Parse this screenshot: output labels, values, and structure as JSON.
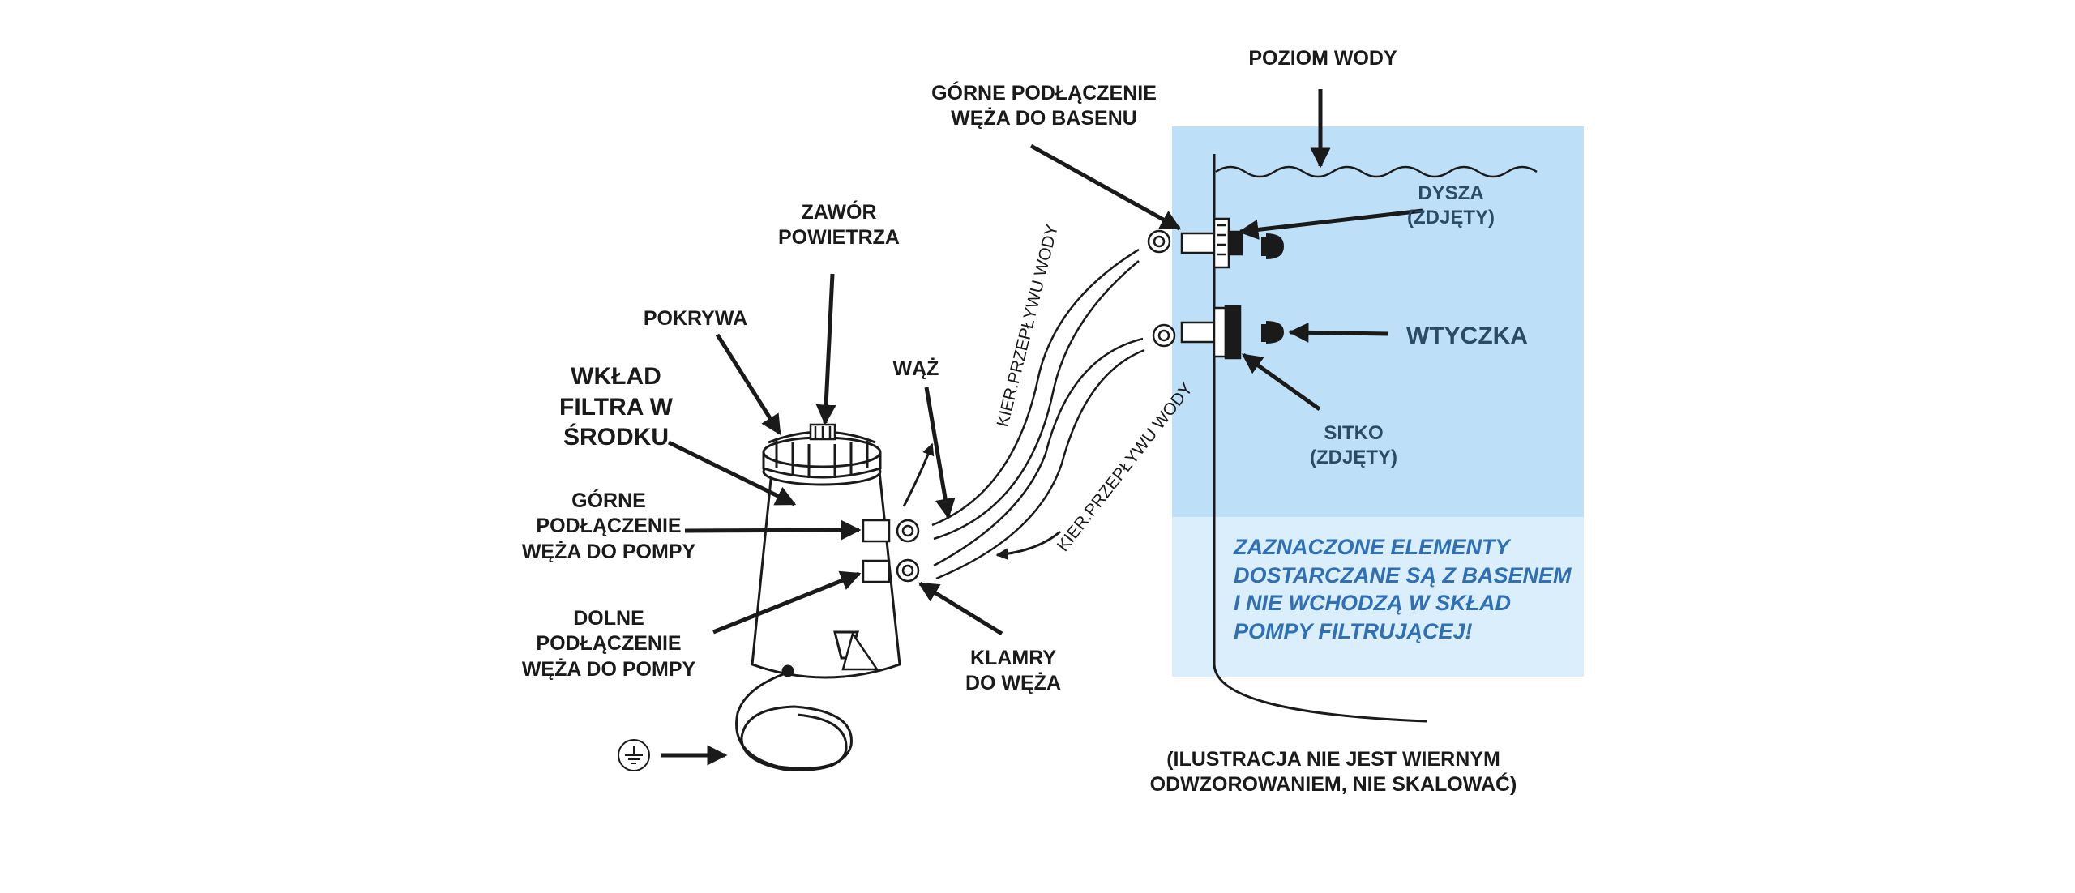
{
  "labels": {
    "water_level": "POZIOM WODY",
    "upper_pool_connection": "GÓRNE PODŁĄCZENIE\nWĘŻA DO BASENU",
    "air_valve": "ZAWÓR\nPOWIETRZA",
    "lid": "POKRYWA",
    "filter_inside": "WKŁAD\nFILTRA W\nŚRODKU",
    "hose": "WĄŻ",
    "upper_pump_connection": "GÓRNE\nPODŁĄCZENIE\nWĘŻA DO POMPY",
    "lower_pump_connection": "DOLNE\nPODŁĄCZENIE\nWĘŻA DO POMPY",
    "hose_clamps": "KLAMRY\nDO WĘŻA",
    "nozzle": "DYSZA\n(ZDJĘTY)",
    "plug": "WTYCZKA",
    "strainer": "SITKO\n(ZDJĘTY)",
    "flow_direction_upper": "KIER.PRZEPŁYWU WODY",
    "flow_direction_lower": "KIER.PRZEPŁYWU WODY",
    "disclaimer": "(ILUSTRACJA NIE JEST WIERNYM\nODWZOROWANIEM, NIE SKALOWAĆ)"
  },
  "note": "ZAZNACZONE ELEMENTY\nDOSTARCZANE SĄ Z BASENEM\nI NIE WCHODZĄ W SKŁAD\nPOMPY FILTRUJĄCEJ!",
  "icons": [
    "ground-symbol-icon"
  ],
  "colors": {
    "pool_area": "#bde0f8",
    "note_area": "#daeefb",
    "note_text": "#2f6fb5",
    "line": "#1a1a1a"
  }
}
